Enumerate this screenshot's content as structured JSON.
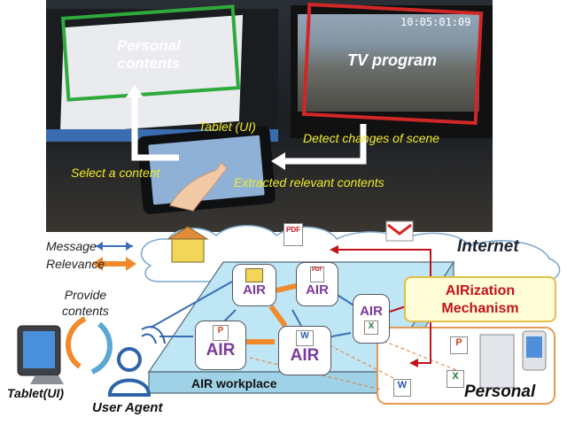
{
  "photo": {
    "personal_contents_line1": "Personal",
    "personal_contents_line2": "contents",
    "tv_program": "TV program",
    "tv_time": "10:05:01:09",
    "tablet_ui": "Tablet (UI)",
    "detect_changes": "Detect changes of scene",
    "select_content": "Select a content",
    "extracted_contents": "Extracted relevant contents"
  },
  "legend": {
    "message": "Message",
    "relevance": "Relevance"
  },
  "diagram": {
    "internet": "Internet",
    "airization_line1": "AIRization",
    "airization_line2": "Mechanism",
    "air_label": "AIR",
    "workplace": "AIR workplace",
    "personal": "Personal",
    "provide_line1": "Provide",
    "provide_line2": "contents",
    "tablet": "Tablet(UI)",
    "user_agent": "User Agent",
    "pdf": "PDF"
  },
  "colors": {
    "green_frame": "#2eaa3c",
    "red_frame": "#d22727",
    "text_yellow": "#f0ea2a",
    "air_purple": "#7b3a9a",
    "airization_red": "#c0141a",
    "platform": "#bfe6f4",
    "message_blue": "#3a6fb8",
    "relevance_orange": "#f08a2c"
  }
}
